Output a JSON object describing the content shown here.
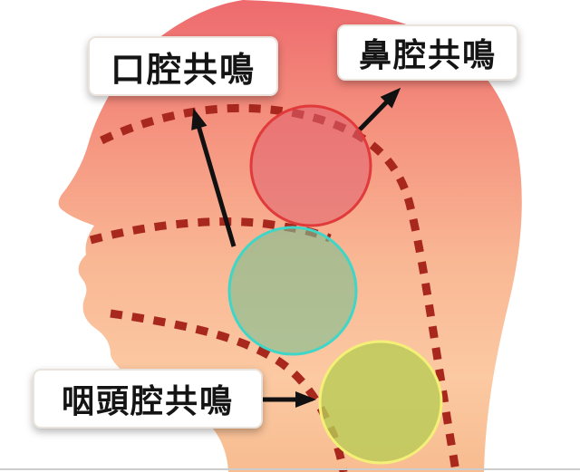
{
  "diagram": {
    "title_implicit": "",
    "labels": {
      "oral": "口腔共鳴",
      "nasal": "鼻腔共鳴",
      "pharyngeal": "咽頭腔共鳴"
    },
    "colors": {
      "head_top": "#ee6a6e",
      "head_mid": "#f7a78c",
      "head_bottom": "#fbc9a2",
      "dotted_line": "#a8281e",
      "nasal_fill": "#e06070",
      "nasal_stroke": "#e03a3a",
      "oral_fill": "#7fbf8f",
      "oral_stroke": "#3fd6c8",
      "pharyngeal_fill": "#b9cc55",
      "pharyngeal_stroke": "#f4f077",
      "arrow": "#111111"
    }
  }
}
